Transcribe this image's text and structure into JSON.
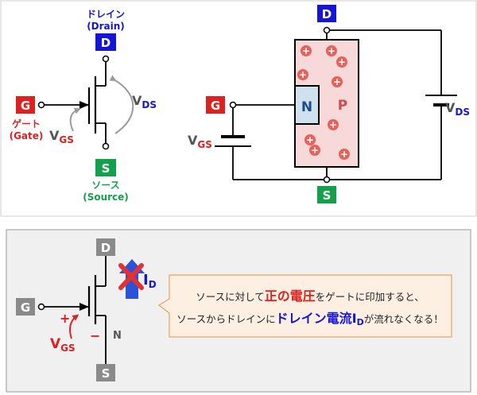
{
  "top": {
    "symbol": {
      "drain_label_jp": "ドレイン",
      "drain_label_en": "(Drain)",
      "gate_label_jp": "ゲート",
      "gate_label_en": "(Gate)",
      "source_label_jp": "ソース",
      "source_label_en": "(Source)",
      "terminal_d": "D",
      "terminal_g": "G",
      "terminal_s": "S",
      "vds_main": "V",
      "vds_sub": "DS",
      "vgs_main": "V",
      "vgs_sub": "GS"
    },
    "structure": {
      "terminal_d": "D",
      "terminal_g": "G",
      "terminal_s": "S",
      "n_region": "N",
      "p_region": "P",
      "plus": "+",
      "vds_main": "V",
      "vds_sub": "DS",
      "vgs_main": "V",
      "vgs_sub": "GS"
    }
  },
  "bottom": {
    "terminal_d": "D",
    "terminal_g": "G",
    "terminal_s": "S",
    "n_label": "N",
    "plus_sign": "+",
    "minus_sign": "−",
    "vgs_main": "V",
    "vgs_sub": "GS",
    "id_main": "I",
    "id_sub": "D",
    "callout": {
      "line1_a": "ソースに対して",
      "line1_b": "正の電圧",
      "line1_c": "をゲートに印加すると、",
      "line2_a": "ソースからドレインに",
      "line2_b": "ドレイン電流I",
      "line2_sub": "D",
      "line2_c": "が流れなくなる！"
    }
  },
  "colors": {
    "drain_blue": "#1515d6",
    "gate_red": "#dd2020",
    "source_green": "#12a04a",
    "terminal_gray": "#8a8a8a",
    "p_fill": "#f7d9d9",
    "n_fill": "#cfe0ef",
    "hole_red": "#e8605c",
    "panel_bg": "#f0f0f0",
    "callout_bg": "#fdf0e2",
    "callout_border": "#e9a25f"
  }
}
